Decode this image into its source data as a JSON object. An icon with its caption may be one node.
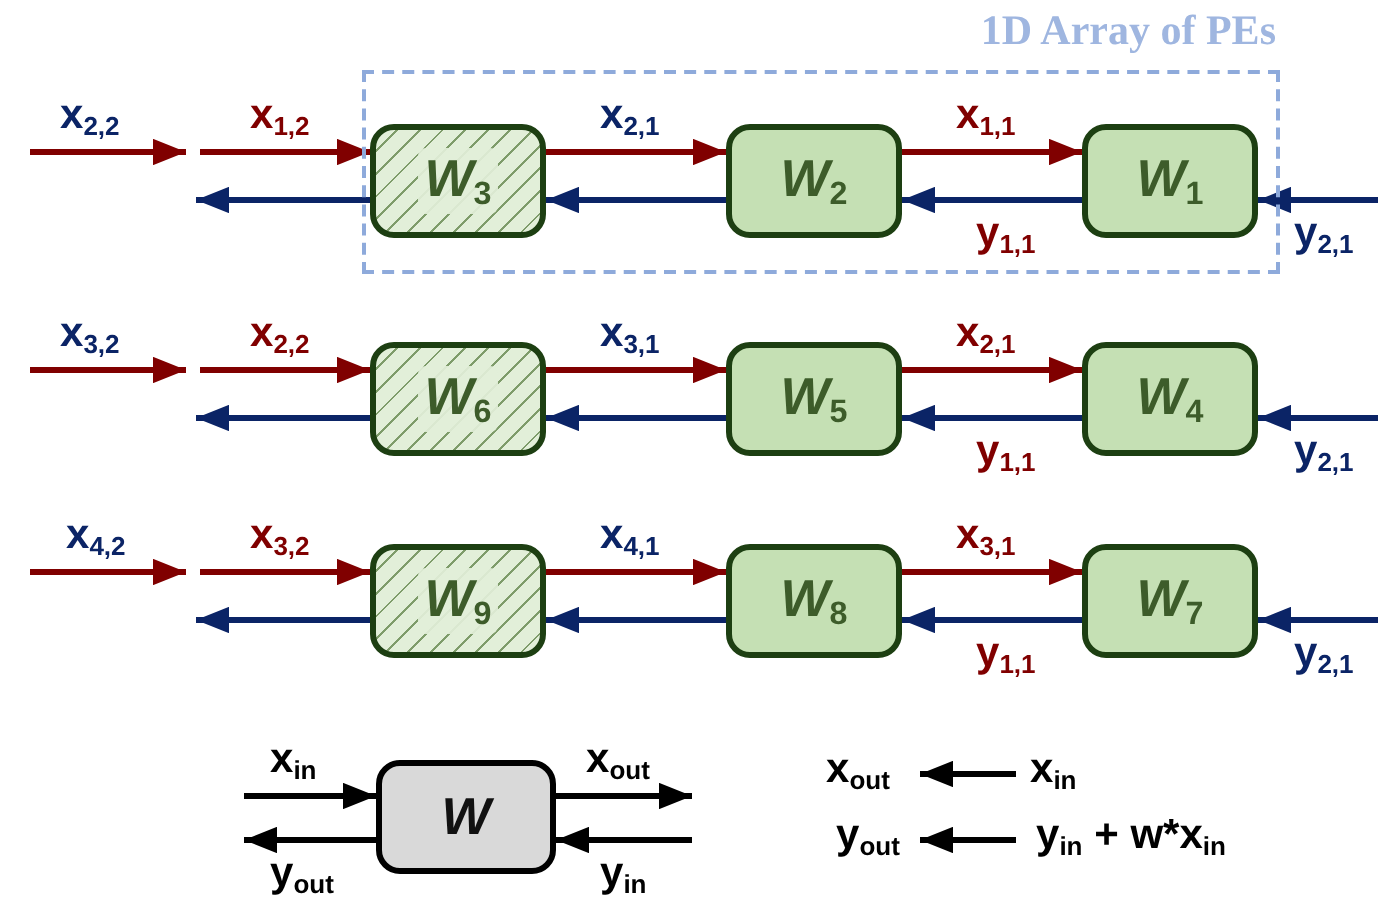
{
  "diagram": {
    "nodes": [
      {
        "text": [
          "1D Array of PEs"
        ]
      },
      {
        "text": [
          "W$_{3}$"
        ],
        "in": 0
      },
      {
        "text": [
          "W$_{2}$"
        ],
        "in": 0
      },
      {
        "text": [
          "W$_{1}$"
        ],
        "in": 0
      },
      {
        "text": [
          "W$_{6}$"
        ]
      },
      {
        "text": [
          "W$_{5}$"
        ]
      },
      {
        "text": [
          "W$_{4}$"
        ]
      },
      {
        "text": [
          "W$_{9}$"
        ]
      },
      {
        "text": [
          "W$_{8}$"
        ]
      },
      {
        "text": [
          "W$_{7}$"
        ]
      },
      {
        "text": [
          "W"
        ]
      }
    ],
    "edges": [
      {
        "from": null,
        "to": 1,
        "arrow": "to",
        "label": "x$_{1,2}$",
        "color": "#800000"
      },
      {
        "from": 1,
        "to": 2,
        "arrow": "to",
        "label": "x$_{2,1}$",
        "color": "#800000"
      },
      {
        "from": 2,
        "to": 3,
        "arrow": "to",
        "label": "x$_{1,1}$",
        "color": "#800000"
      },
      {
        "from": null,
        "to": 3,
        "arrow": "to",
        "label": "y$_{2,1}$",
        "color": "#0b2466"
      },
      {
        "from": 3,
        "to": 2,
        "arrow": "to",
        "label": "y$_{1,1}$",
        "color": "#0b2466"
      },
      {
        "from": 2,
        "to": 1,
        "arrow": "to",
        "color": "#0b2466"
      },
      {
        "from": 1,
        "to": null,
        "arrow": "to",
        "color": "#0b2466"
      },
      {
        "from": null,
        "to": 4,
        "arrow": "to",
        "label": "x$_{2,2}$",
        "color": "#800000"
      },
      {
        "from": 4,
        "to": 5,
        "arrow": "to",
        "label": "x$_{3,1}$",
        "color": "#800000"
      },
      {
        "from": 5,
        "to": 6,
        "arrow": "to",
        "label": "x$_{2,1}$",
        "color": "#800000"
      },
      {
        "from": null,
        "to": 6,
        "arrow": "to",
        "label": "y$_{2,1}$",
        "color": "#0b2466"
      },
      {
        "from": 6,
        "to": 5,
        "arrow": "to",
        "label": "y$_{1,1}$",
        "color": "#0b2466"
      },
      {
        "from": 5,
        "to": 4,
        "arrow": "to",
        "color": "#0b2466"
      },
      {
        "from": 4,
        "to": null,
        "arrow": "to",
        "color": "#0b2466"
      },
      {
        "from": null,
        "to": 7,
        "arrow": "to",
        "label": "x$_{3,2}$",
        "color": "#800000"
      },
      {
        "from": 7,
        "to": 8,
        "arrow": "to",
        "label": "x$_{4,1}$",
        "color": "#800000"
      },
      {
        "from": 8,
        "to": 9,
        "arrow": "to",
        "label": "x$_{3,1}$",
        "color": "#800000"
      },
      {
        "from": null,
        "to": 9,
        "arrow": "to",
        "label": "y$_{2,1}$",
        "color": "#0b2466"
      },
      {
        "from": 9,
        "to": 8,
        "arrow": "to",
        "label": "y$_{1,1}$",
        "color": "#0b2466"
      },
      {
        "from": 8,
        "to": 7,
        "arrow": "to",
        "color": "#0b2466"
      },
      {
        "from": 7,
        "to": null,
        "arrow": "to",
        "color": "#0b2466"
      },
      {
        "from": null,
        "to": 10,
        "arrow": "to",
        "label": "x$_{in}$",
        "color": "#000000"
      },
      {
        "from": 10,
        "to": null,
        "arrow": "to",
        "label": "y$_{out}$",
        "color": "#000000"
      },
      {
        "from": 10,
        "to": null,
        "arrow": "to",
        "label": "x$_{out}$",
        "color": "#000000"
      },
      {
        "from": null,
        "to": 10,
        "arrow": "to",
        "label": "y$_{in}$",
        "color": "#000000"
      }
    ],
    "labels": [
      "x$_{2,2}$",
      "x$_{3,2}$",
      "x$_{4,2}$",
      "x$_{out}$",
      "x$_{in}$",
      "y$_{out}$",
      "y$_{in}$ + w*x$_{in}$"
    ]
  }
}
